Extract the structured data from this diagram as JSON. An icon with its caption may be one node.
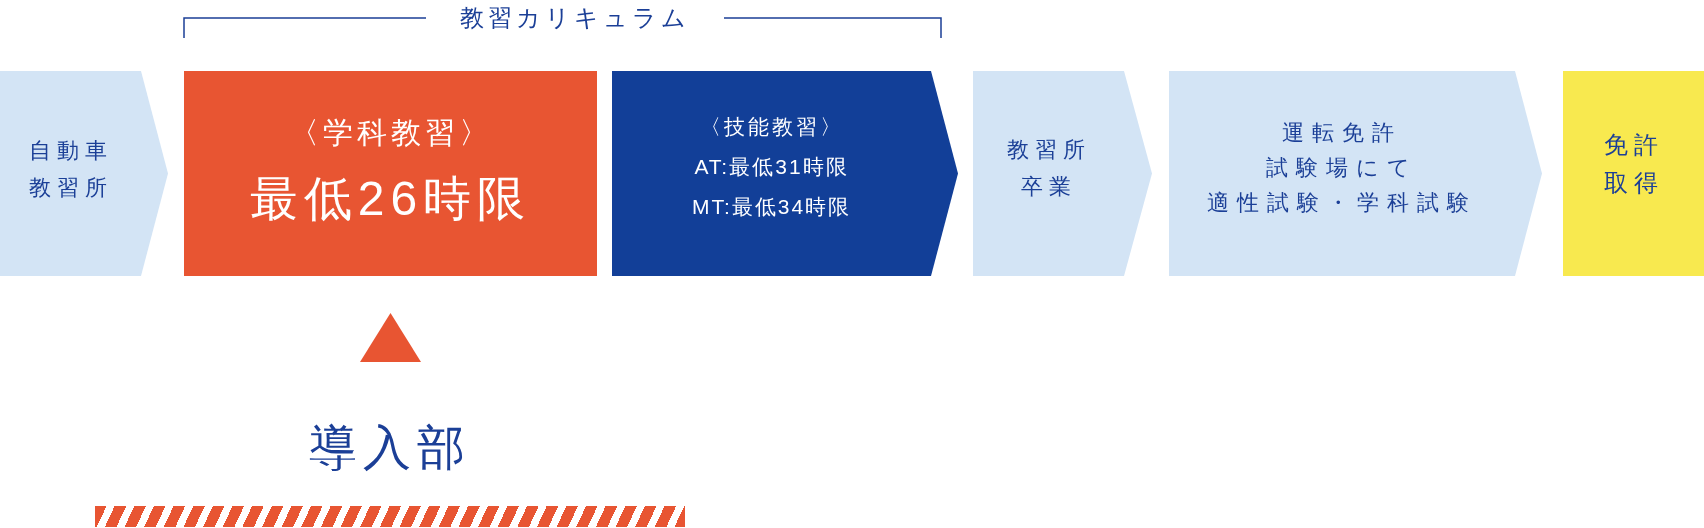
{
  "diagram": {
    "nodes": [
      {
        "text": [
          "自動車教習所"
        ]
      },
      {
        "text": [
          "〈学科教習〉",
          "最低26時限"
        ]
      },
      {
        "text": [
          "〈技能教習〉",
          "AT:最低31時限",
          "MT:最低34時限"
        ]
      },
      {
        "text": [
          "教習所卒業"
        ]
      },
      {
        "text": [
          "運転免許試験場にて適性試験・学科試験"
        ]
      },
      {
        "text": [
          "免許取得"
        ]
      },
      {
        "text": [
          "導入部"
        ]
      }
    ],
    "edges": [
      {
        "from": 6,
        "to": 1,
        "arrow": "to"
      }
    ],
    "labels": [
      "教習カリキュラム"
    ]
  }
}
